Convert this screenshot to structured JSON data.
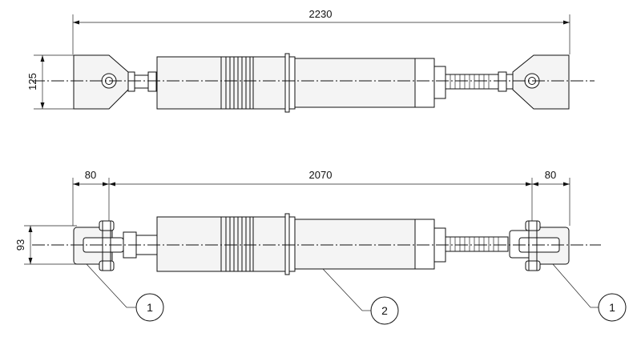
{
  "top_view": {
    "overall_length": "2230",
    "end_height": "125"
  },
  "bottom_view": {
    "left_offset": "80",
    "pin_to_pin": "2070",
    "right_offset": "80",
    "end_height": "93"
  },
  "callouts": [
    {
      "label": "1",
      "part": "left-end-clevis"
    },
    {
      "label": "2",
      "part": "cylinder-body"
    },
    {
      "label": "1",
      "part": "right-end-clevis"
    }
  ]
}
